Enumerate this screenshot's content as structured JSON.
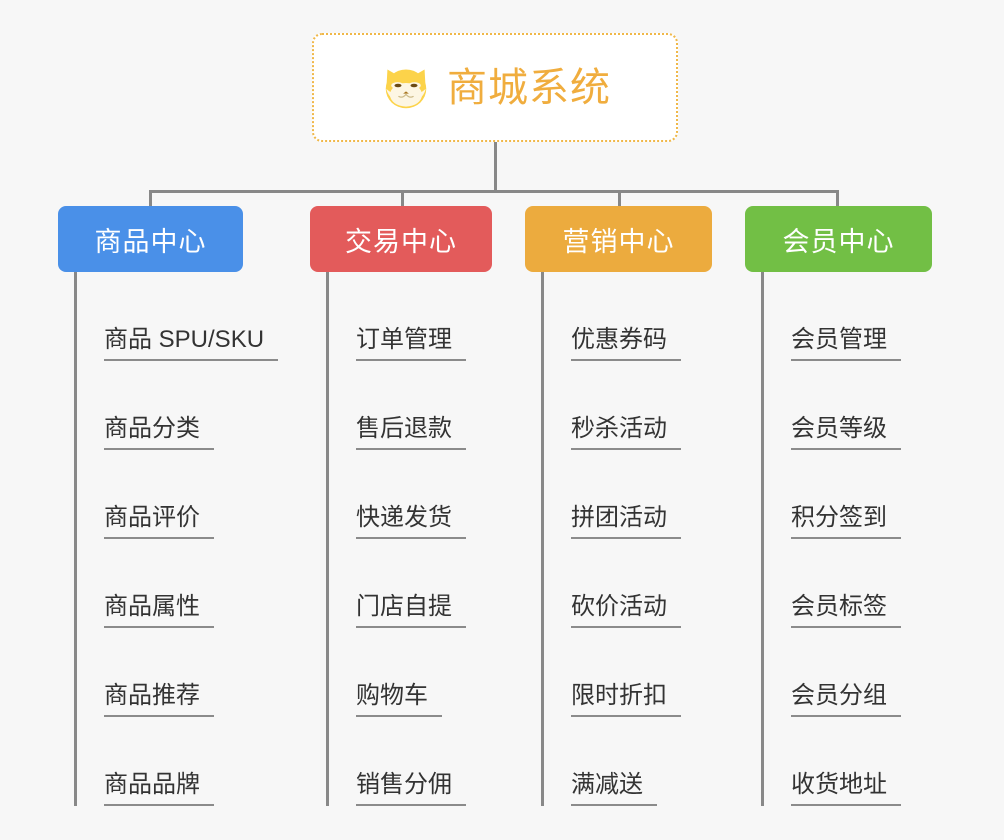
{
  "background_color": "#f7f7f7",
  "root": {
    "title": "商城系统",
    "logo_icon": "shiba-dog-face-icon",
    "border_color": "#f0b849",
    "text_color": "#f0ad3e"
  },
  "branches": [
    {
      "label": "商品中心",
      "color": "#4a90e8",
      "children": [
        "商品 SPU/SKU",
        "商品分类",
        "商品评价",
        "商品属性",
        "商品推荐",
        "商品品牌"
      ]
    },
    {
      "label": "交易中心",
      "color": "#e35b5b",
      "children": [
        "订单管理",
        "售后退款",
        "快递发货",
        "门店自提",
        "购物车",
        "销售分佣"
      ]
    },
    {
      "label": "营销中心",
      "color": "#ecab3e",
      "children": [
        "优惠券码",
        "秒杀活动",
        "拼团活动",
        "砍价活动",
        "限时折扣",
        "满减送"
      ]
    },
    {
      "label": "会员中心",
      "color": "#72bf45",
      "children": [
        "会员管理",
        "会员等级",
        "积分签到",
        "会员标签",
        "会员分组",
        "收货地址"
      ]
    }
  ],
  "connector_color": "#888888"
}
